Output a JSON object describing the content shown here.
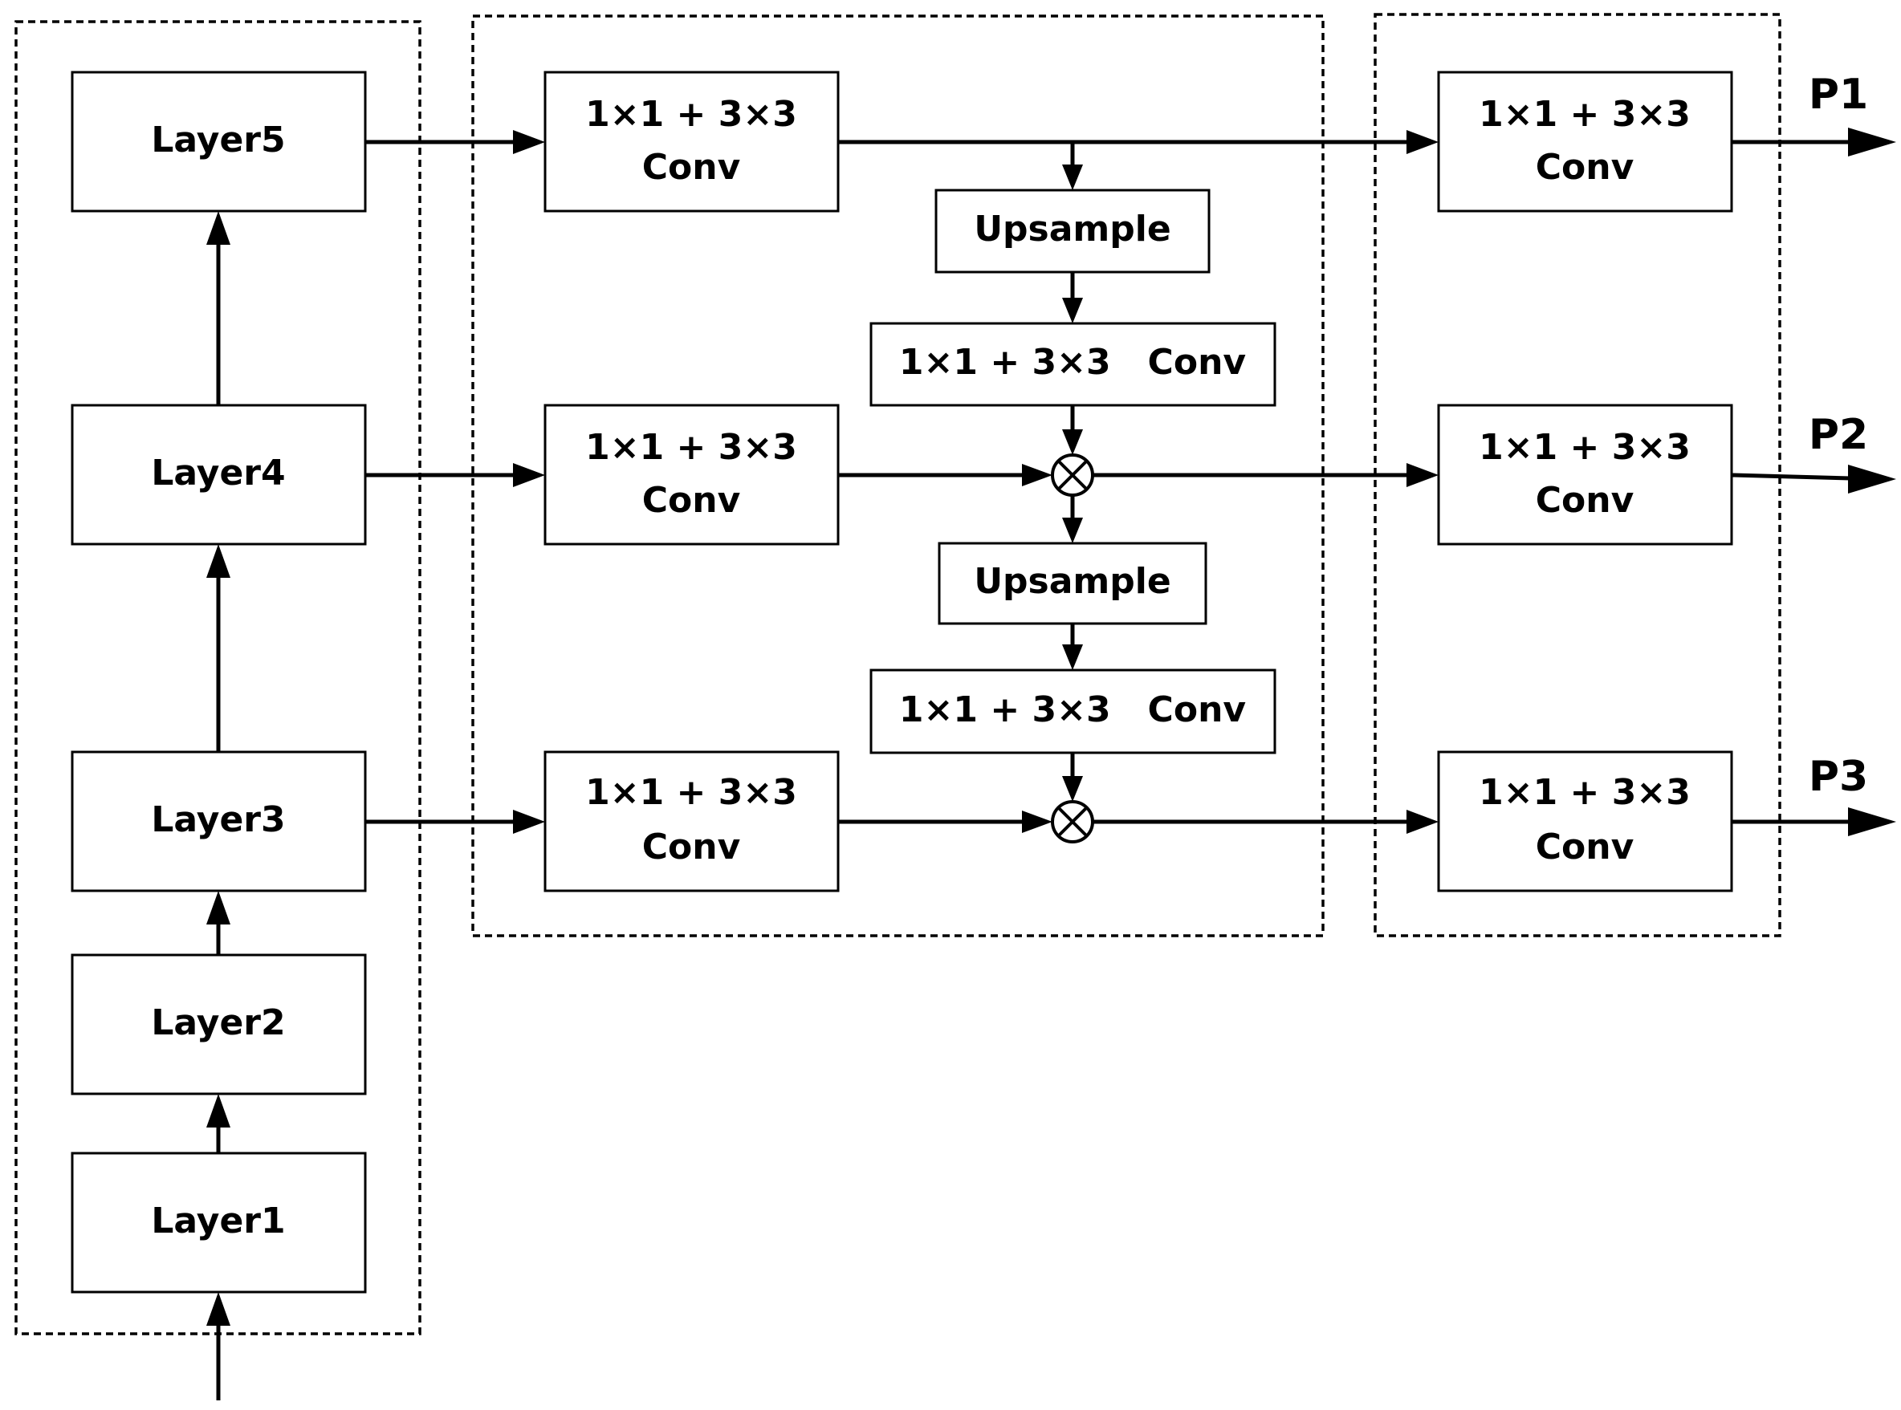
{
  "backbone": {
    "layer5": "Layer5",
    "layer4": "Layer4",
    "layer3": "Layer3",
    "layer2": "Layer2",
    "layer1": "Layer1"
  },
  "neck": {
    "conv_line1": "1×1 + 3×3",
    "conv_line2": "Conv",
    "upsample": "Upsample",
    "inline_conv": "1×1 + 3×3   Conv"
  },
  "head": {
    "conv_line1": "1×1 + 3×3",
    "conv_line2": "Conv"
  },
  "outputs": [
    "P1",
    "P2",
    "P3"
  ]
}
